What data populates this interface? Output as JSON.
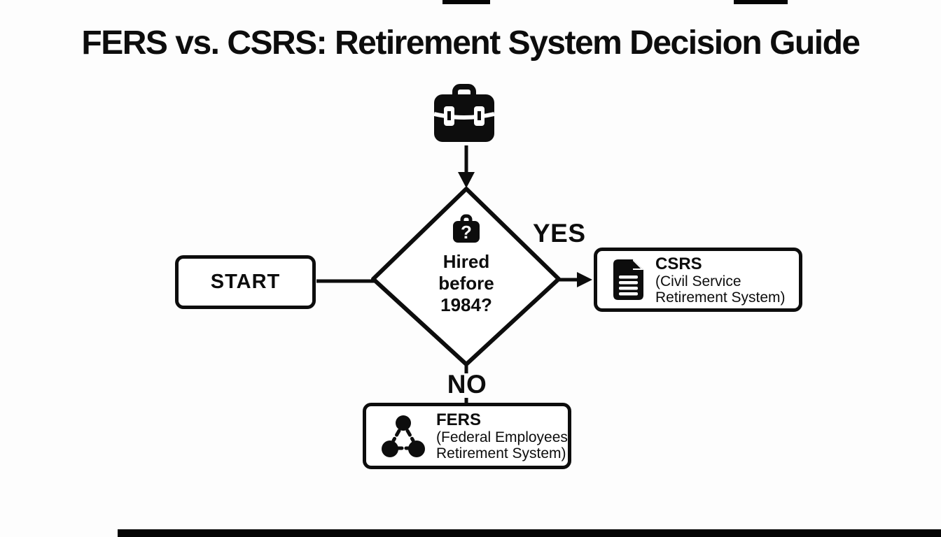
{
  "title": "FERS vs. CSRS: Retirement System Decision Guide",
  "flowchart": {
    "top_icon": "briefcase-icon",
    "start": {
      "label": "START"
    },
    "decision": {
      "icon": "briefcase-question-icon",
      "icon_glyph": "?",
      "label": "Hired before 1984?",
      "lines": [
        "Hired",
        "before",
        "1984?"
      ]
    },
    "yes_label": "YES",
    "no_label": "NO",
    "csrs": {
      "icon": "document-icon",
      "abbr": "CSRS",
      "sub1": "(Civil Service",
      "sub2": "Retirement System)"
    },
    "fers": {
      "icon": "network-icon",
      "abbr": "FERS",
      "sub1": "(Federal Employees",
      "sub2": "Retirement System)"
    }
  },
  "colors": {
    "ink": "#0d0d0d",
    "background": "#fdfdfd",
    "node_fill": "#ffffff"
  }
}
